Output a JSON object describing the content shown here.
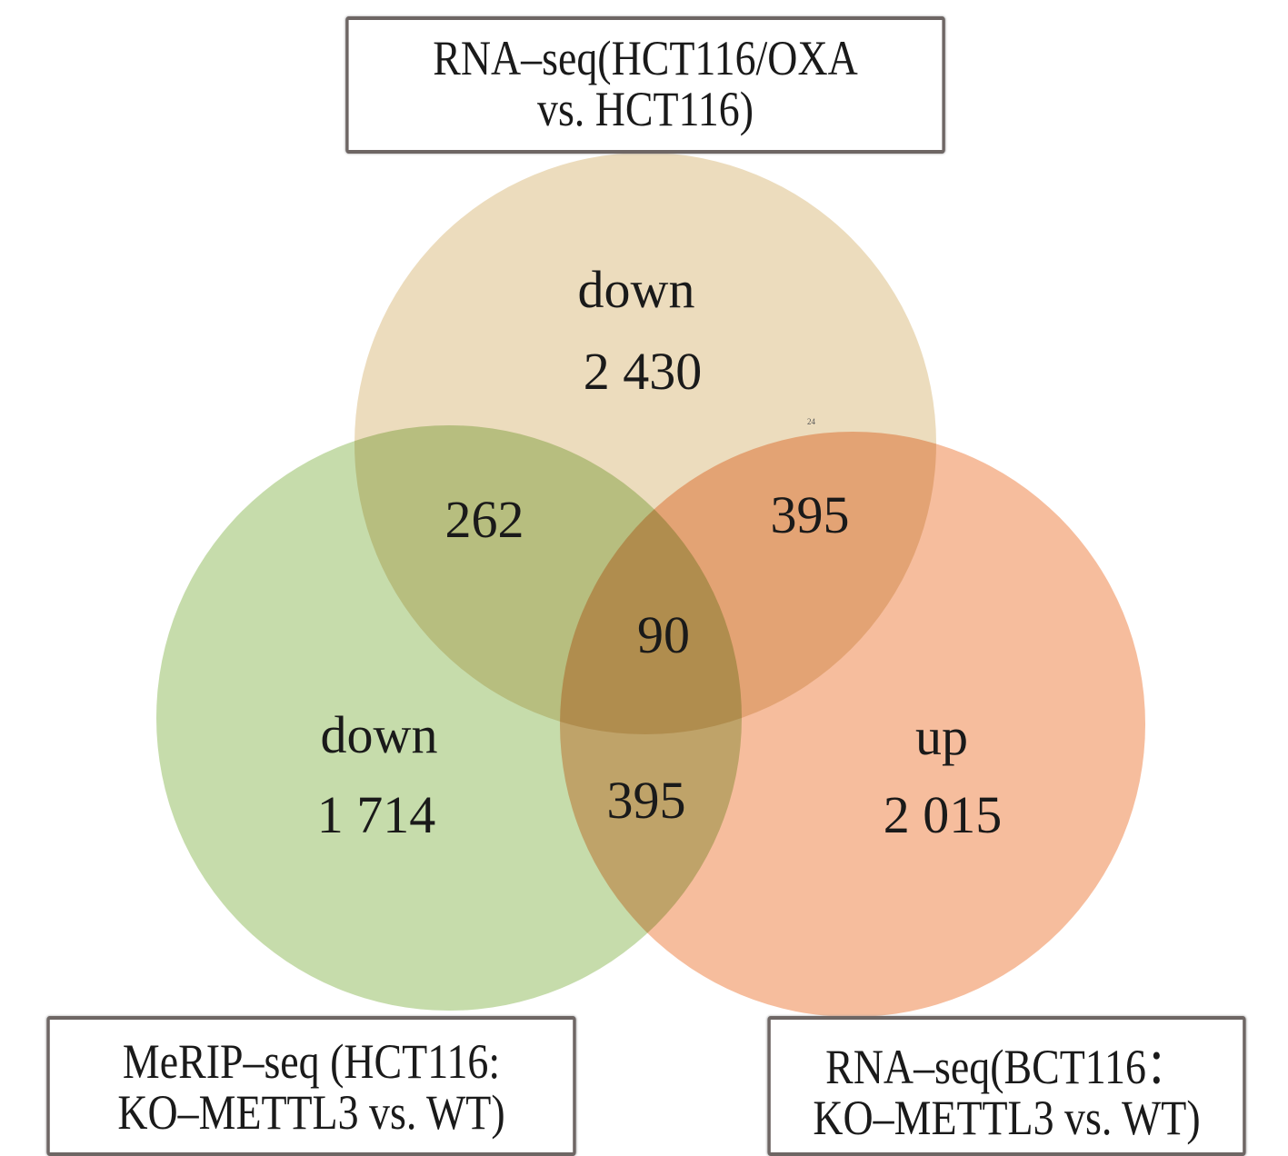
{
  "sets": {
    "top": {
      "title_line1": "RNA–seq(HCT116/OXA",
      "title_line2": "vs. HCT116)",
      "direction": "down",
      "count": "2 430",
      "color": "#ead9b8"
    },
    "left": {
      "title_line1": "MeRIP–seq  (HCT116:",
      "title_line2": "KO–METTL3 vs. WT)",
      "direction": "down",
      "count": "1 714",
      "color": "#c6dcab"
    },
    "right": {
      "title_line1": "RNA–seq(BCT116：",
      "title_line2": "KO–METTL3 vs. WT)",
      "direction": "up",
      "count": "2 015",
      "color": "#f6bc9c"
    }
  },
  "intersections": {
    "top_left": "262",
    "top_right": "395",
    "left_right": "395",
    "all": "90"
  },
  "artifact_label": "24"
}
